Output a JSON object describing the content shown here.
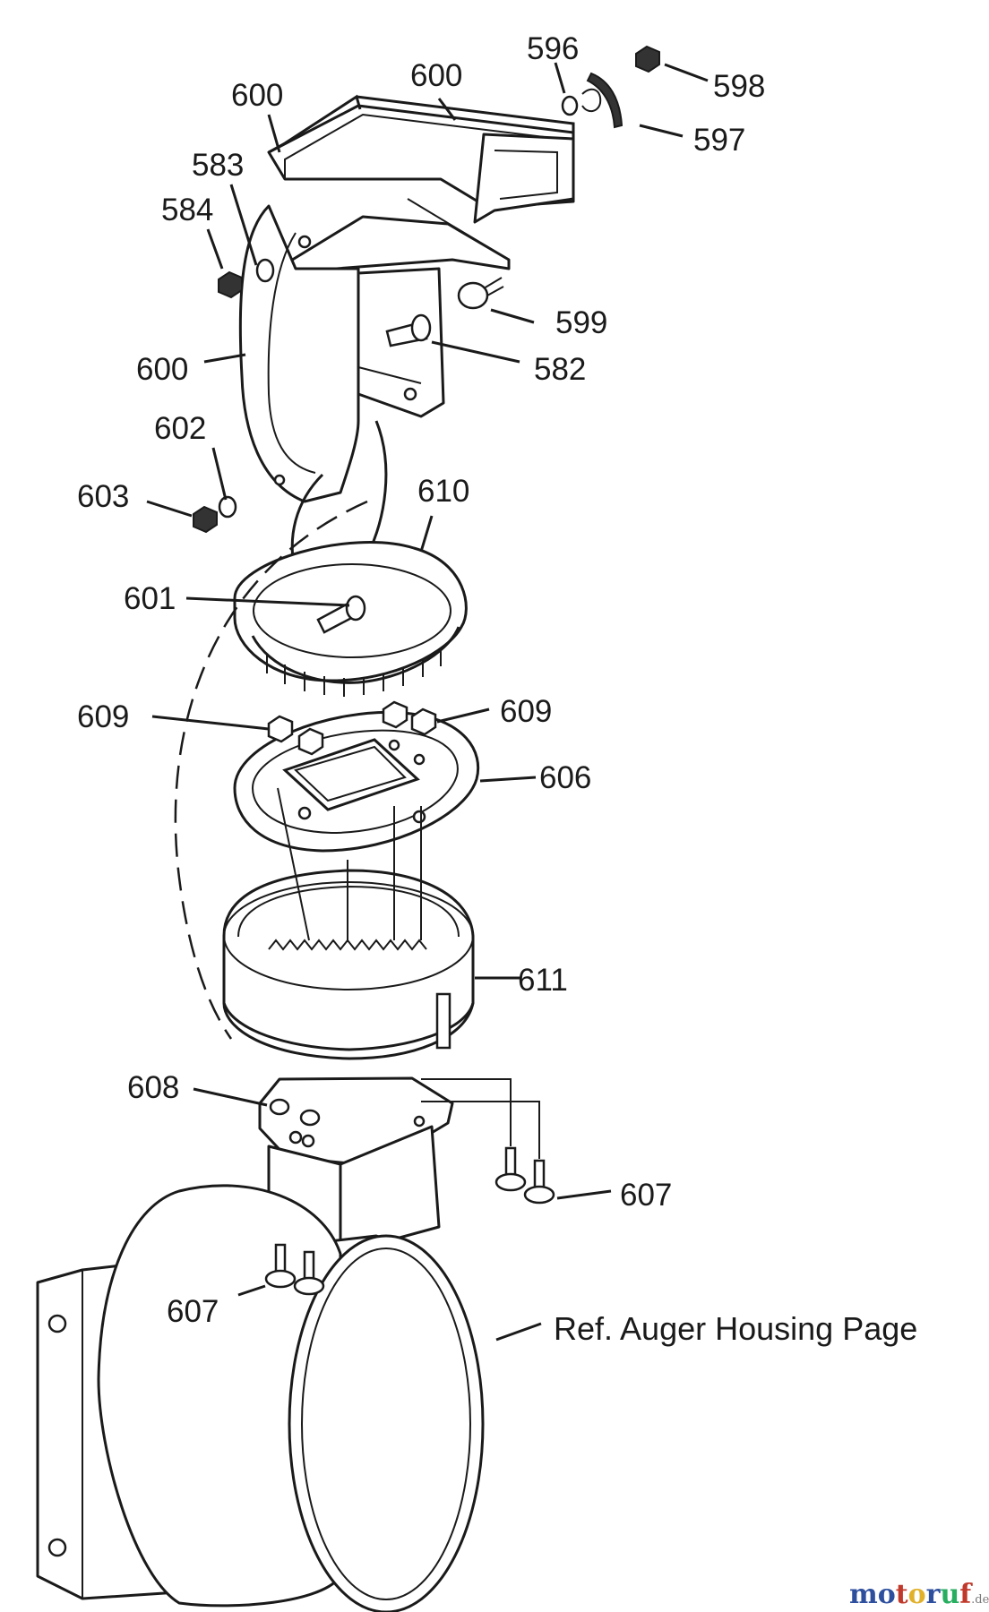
{
  "callouts": {
    "c600_top": "600",
    "c600_left": "600",
    "c596": "596",
    "c598": "598",
    "c597": "597",
    "c583": "583",
    "c584": "584",
    "c599": "599",
    "c582": "582",
    "c600_mid": "600",
    "c602": "602",
    "c603": "603",
    "c610": "610",
    "c601": "601",
    "c609_left": "609",
    "c609_right": "609",
    "c606": "606",
    "c611": "611",
    "c608": "608",
    "c607_right": "607",
    "c607_left": "607"
  },
  "reference_note": "Ref. Auger Housing Page",
  "watermark": {
    "letters": [
      {
        "ch": "m",
        "color": "#2e4f9e"
      },
      {
        "ch": "o",
        "color": "#2e4f9e"
      },
      {
        "ch": "t",
        "color": "#c0392b"
      },
      {
        "ch": "o",
        "color": "#e1b12c"
      },
      {
        "ch": "r",
        "color": "#2e4f9e"
      },
      {
        "ch": "u",
        "color": "#27ae60"
      },
      {
        "ch": "f",
        "color": "#c0392b"
      }
    ],
    "suffix": ".de"
  }
}
